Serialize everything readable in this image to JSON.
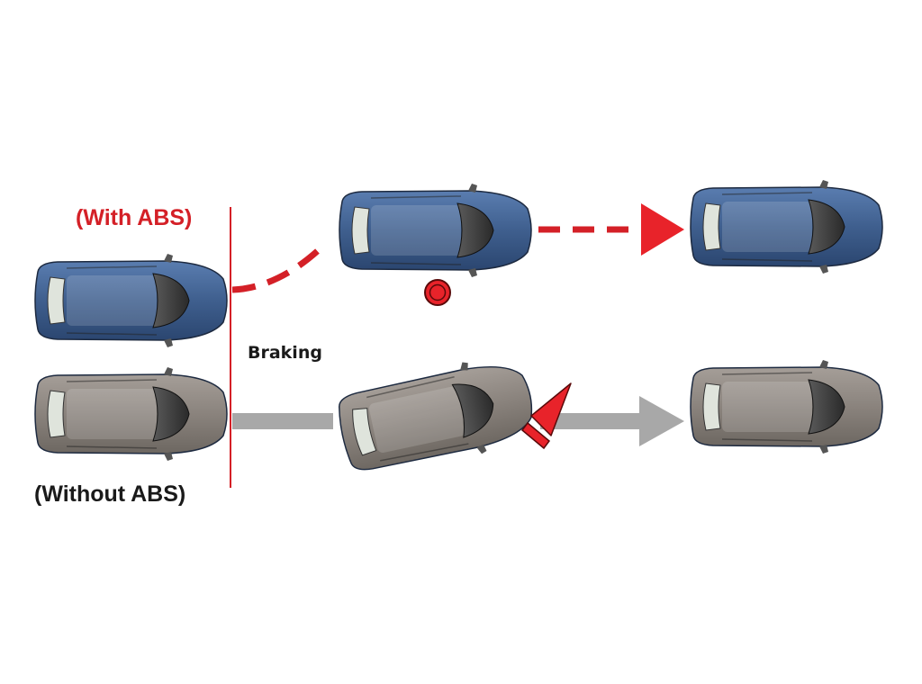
{
  "labels": {
    "with_abs": "(With ABS)",
    "without_abs": "(Without ABS)",
    "braking": "Braking"
  },
  "colors": {
    "abs_path": "#d42027",
    "no_abs_path": "#a8a8a8",
    "blue_car_body": "#3f5f8e",
    "gray_car_body": "#8a837d",
    "braking_line": "#d42027",
    "obstacle": "#e8232a",
    "text_dark": "#1a1a1a"
  },
  "scenarios": [
    {
      "name": "with-abs",
      "car_color": "blue",
      "stages": [
        "start",
        "steer-around-obstacle",
        "continue-straight"
      ],
      "obstacle": "red-circle-marker",
      "path": "dashed-red-curve-and-arrow"
    },
    {
      "name": "without-abs",
      "car_color": "gray",
      "stages": [
        "start",
        "skid-into-obstacle",
        "continue-straight"
      ],
      "obstacle": "red-cone-marker",
      "path": "solid-gray-arrow"
    }
  ]
}
